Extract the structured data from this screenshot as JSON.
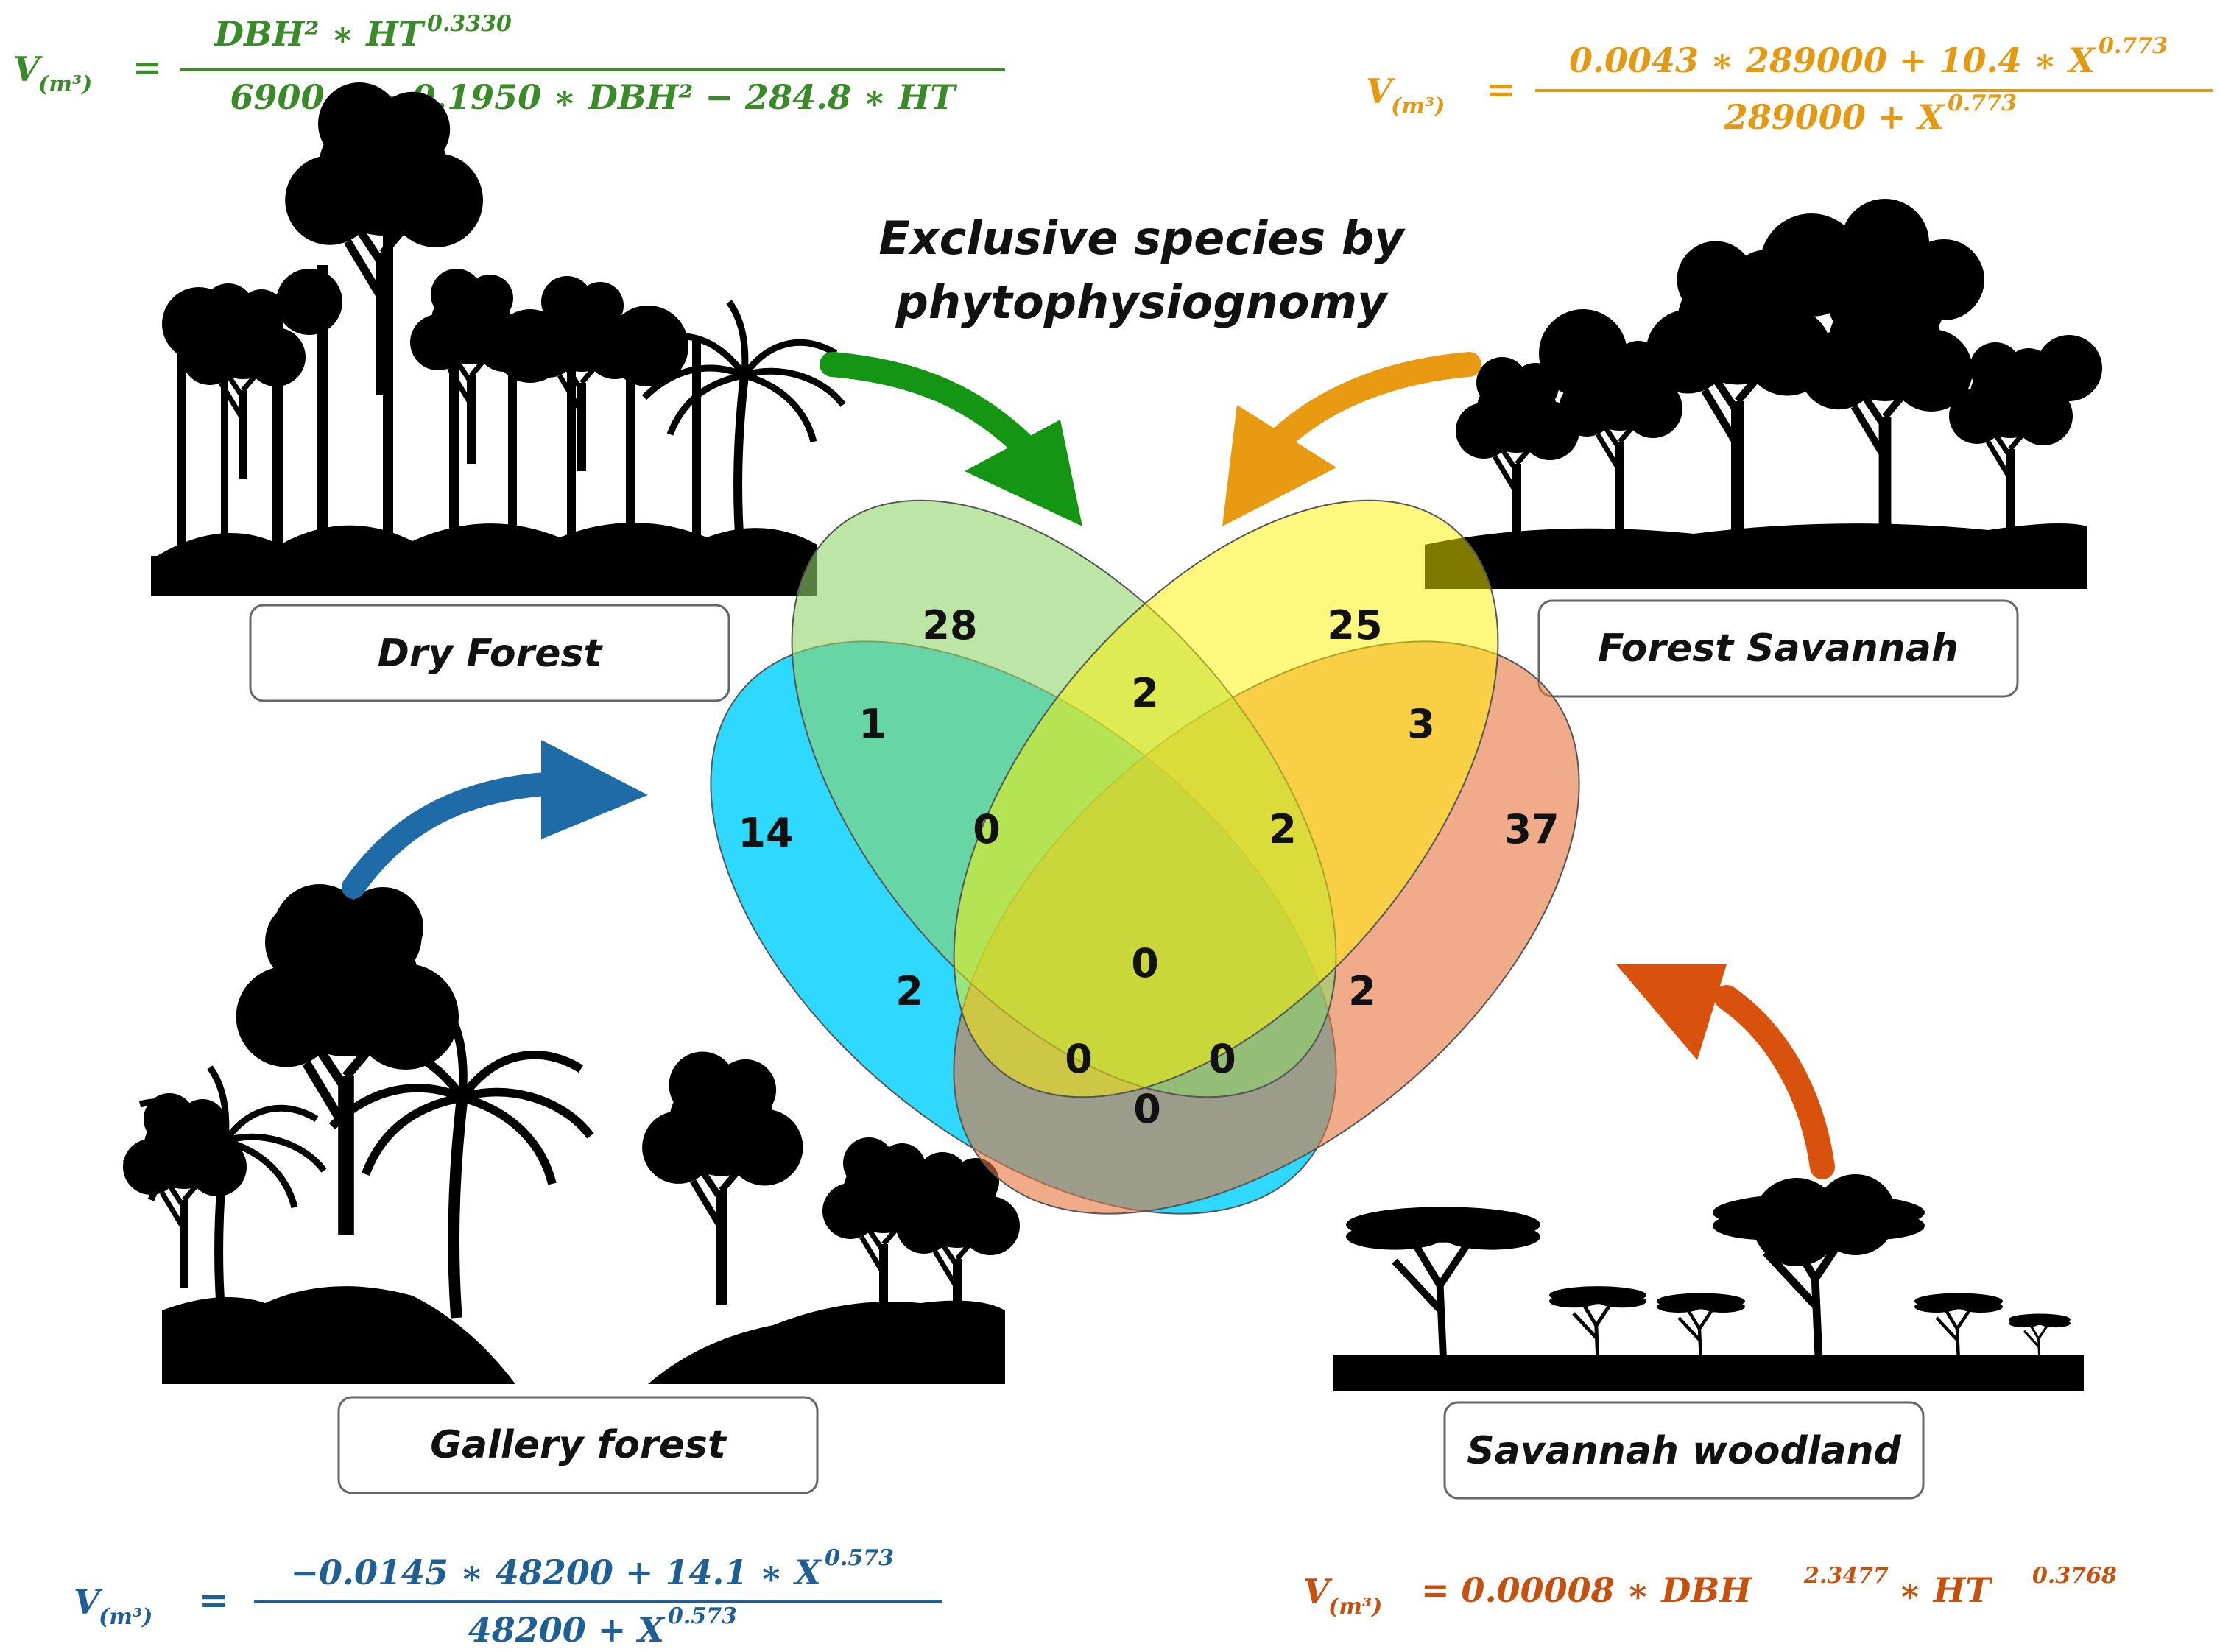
{
  "title": {
    "line1": "Exclusive species by",
    "line2": "phytophysiognomy"
  },
  "labels": {
    "dry_forest": "Dry Forest",
    "forest_savannah": "Forest Savannah",
    "gallery_forest": "Gallery forest",
    "savannah_woodland": "Savannah woodland"
  },
  "colors": {
    "dry_forest": "#3a8a2a",
    "forest_savannah": "#e39a12",
    "gallery_forest": "#1f5f94",
    "savannah_woodland": "#c4520e",
    "ellipse_green": "#8fd46a",
    "ellipse_yellow": "#fff200",
    "ellipse_blue": "#00cfff",
    "ellipse_orange": "#e6743c"
  },
  "equations": {
    "dry_forest": {
      "lhs": "V",
      "lhs_sub": "(m³)",
      "equals": "=",
      "numerator_main": "DBH² ∗ HT",
      "numerator_sup": "0.3330",
      "denominator": "6900.4 − 0.1950 ∗ DBH² − 284.8 ∗ HT"
    },
    "forest_savannah": {
      "lhs": "V",
      "lhs_sub": "(m³)",
      "equals": "=",
      "numerator_main": "0.0043 ∗ 289000 + 10.4 ∗ X",
      "numerator_sup": "0.773",
      "denominator_main": "289000 + X",
      "denominator_sup": "0.773"
    },
    "gallery_forest": {
      "lhs": "V",
      "lhs_sub": "(m³)",
      "equals": "=",
      "numerator_main": "−0.0145 ∗ 48200 + 14.1 ∗ X",
      "numerator_sup": "0.573",
      "denominator_main": "48200 + X",
      "denominator_sup": "0.573"
    },
    "savannah_woodland": {
      "lhs": "V",
      "lhs_sub": "(m³)",
      "rhs_a": "= 0.00008 ∗ DBH",
      "rhs_a_sup": "2.3477",
      "rhs_b": " ∗ HT",
      "rhs_b_sup": "0.3768"
    }
  },
  "venn_counts": {
    "green_only": "28",
    "yellow_only": "25",
    "blue_only": "14",
    "orange_only": "37",
    "green_yellow": "2",
    "blue_green": "1",
    "yellow_orange": "3",
    "blue_green_yellow": "0",
    "green_yellow_orange": "2",
    "all_four": "0",
    "blue_yellow": "2",
    "green_orange": "2",
    "blue_yellow_orange": "0",
    "blue_green_orange": "0",
    "blue_orange": "0"
  },
  "icons": {
    "dry_forest": "tree-silhouette-icon",
    "forest_savannah": "tree-silhouette-icon",
    "gallery_forest": "palm-tree-silhouette-icon",
    "savannah_woodland": "acacia-silhouette-icon"
  }
}
